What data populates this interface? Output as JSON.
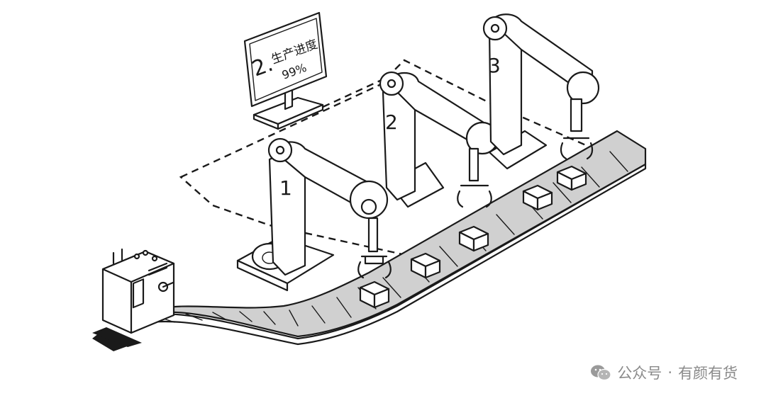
{
  "monitor": {
    "station_number": "2.",
    "title": "生产进度",
    "progress_text": "99%"
  },
  "robot_labels": [
    "1",
    "2",
    "3"
  ],
  "watermark": {
    "prefix": "公众号",
    "separator": "·",
    "account": "有颜有货"
  },
  "colors": {
    "ink": "#1a1a1a",
    "belt": "#d0d0d0",
    "watermark": "#8a8a8a"
  },
  "icons": [
    "wechat-icon"
  ]
}
